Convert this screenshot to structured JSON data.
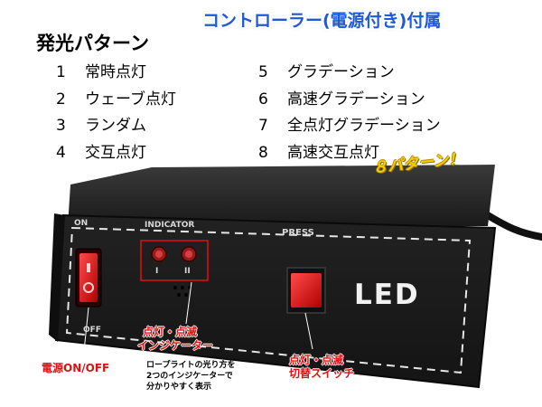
{
  "banner": "コントローラー(電源付き)付属",
  "heading": "発光パターン",
  "patterns": [
    {
      "num": "1",
      "label": "常時点灯"
    },
    {
      "num": "2",
      "label": "ウェーブ点灯"
    },
    {
      "num": "3",
      "label": "ランダム"
    },
    {
      "num": "4",
      "label": "交互点灯"
    },
    {
      "num": "5",
      "label": "グラデーション"
    },
    {
      "num": "6",
      "label": "高速グラデーション"
    },
    {
      "num": "7",
      "label": "全点灯グラデーション"
    },
    {
      "num": "8",
      "label": "高速交互点灯"
    }
  ],
  "badge": "８パターン！",
  "device": {
    "on_label": "ON",
    "off_label": "OFF",
    "indicator_label": "INDICATOR",
    "indicator_1": "I",
    "indicator_2": "II",
    "press_label": "PRESS",
    "led_label": "LED"
  },
  "callouts": {
    "power": "電源ON/OFF",
    "indicator_title_1": "点灯・点滅",
    "indicator_title_2": "インジケーター",
    "indicator_desc_1": "ロープライトの光り方を",
    "indicator_desc_2": "2つのインジケーターで",
    "indicator_desc_3": "分かりやすく表示",
    "switch_title_1": "点灯・点滅",
    "switch_title_2": "切替スイッチ"
  },
  "colors": {
    "banner": "#1e5ad8",
    "callout": "#e01010",
    "device_body": "#1c1c1c",
    "button": "#d81b1b",
    "badge": "#f0d000"
  }
}
